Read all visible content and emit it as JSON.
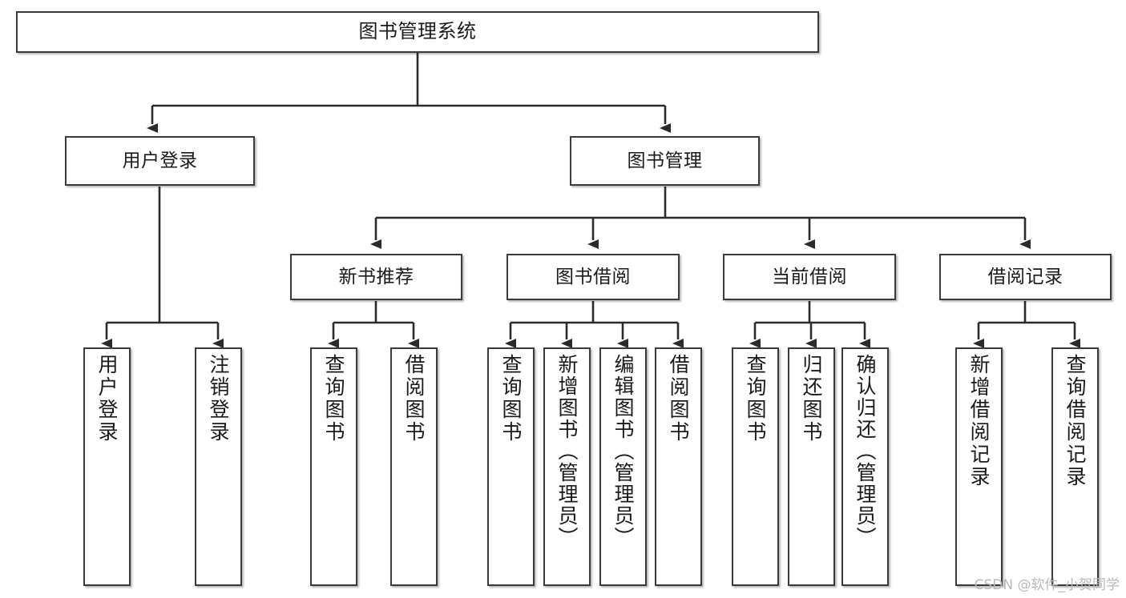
{
  "diagram": {
    "title": "图书管理系统",
    "type": "tree",
    "colors": {
      "node_border": "#3a3a3a",
      "node_fill": "#ffffff",
      "edge": "#2b2b2b",
      "watermark": "#b9b9b9",
      "background": "#ffffff"
    },
    "watermark": "CSDN @软件_小贺同学",
    "nodes": {
      "root": {
        "label": "图书管理系统"
      },
      "level2": [
        {
          "id": "user-login",
          "label": "用户登录"
        },
        {
          "id": "book-manage",
          "label": "图书管理"
        }
      ],
      "level3": [
        {
          "id": "new-book-recommend",
          "label": "新书推荐"
        },
        {
          "id": "book-borrow",
          "label": "图书借阅"
        },
        {
          "id": "current-borrow",
          "label": "当前借阅"
        },
        {
          "id": "borrow-record",
          "label": "借阅记录"
        }
      ],
      "leaves": {
        "user_login": [
          {
            "id": "leaf-user-login",
            "label": "用户登录"
          },
          {
            "id": "leaf-logout",
            "label": "注销登录"
          }
        ],
        "new_book_recommend": [
          {
            "id": "leaf-query-book-1",
            "label": "查询图书"
          },
          {
            "id": "leaf-borrow-book-1",
            "label": "借阅图书"
          }
        ],
        "book_borrow": [
          {
            "id": "leaf-query-book-2",
            "label": "查询图书"
          },
          {
            "id": "leaf-add-book",
            "label": "新增图书（管理员）"
          },
          {
            "id": "leaf-edit-book",
            "label": "编辑图书（管理员）"
          },
          {
            "id": "leaf-borrow-book-2",
            "label": "借阅图书"
          }
        ],
        "current_borrow": [
          {
            "id": "leaf-query-book-3",
            "label": "查询图书"
          },
          {
            "id": "leaf-return-book",
            "label": "归还图书"
          },
          {
            "id": "leaf-confirm-return",
            "label": "确认归还（管理员）"
          }
        ],
        "borrow_record": [
          {
            "id": "leaf-add-record",
            "label": "新增借阅记录"
          },
          {
            "id": "leaf-query-record",
            "label": "查询借阅记录"
          }
        ]
      }
    }
  }
}
